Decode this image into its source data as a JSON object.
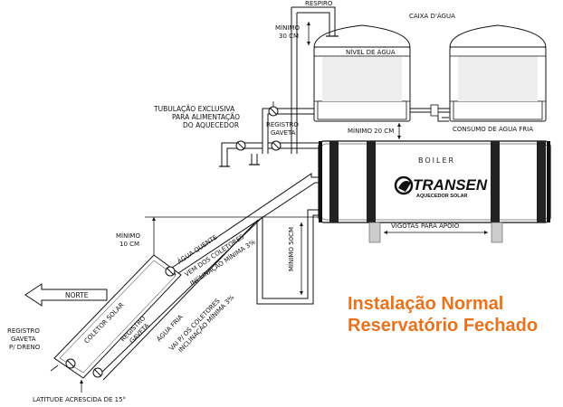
{
  "labels": {
    "respiro": "RESPIRO",
    "caixa_dagua": "CAIXA D'ÁGUA",
    "minimo_30cm_1": "MÍNIMO",
    "minimo_30cm_2": "30 CM",
    "nivel_de_agua": "NÍVEL DE ÁGUA",
    "tubulacao_1": "TUBULAÇÃO EXCLUSIVA",
    "tubulacao_2": "PARA ALIMENTAÇÃO",
    "tubulacao_3": "DO AQUECEDOR",
    "registro_gaveta_top_1": "REGISTRO",
    "registro_gaveta_top_2": "GAVETA",
    "minimo_20cm": "MÍNIMO 20 CM",
    "consumo_agua_fria": "CONSUMO DE ÁGUA FRIA",
    "boiler": "BOILER",
    "brand": "TRANSEN",
    "brand_sub": "AQUECEDOR SOLAR",
    "vigotas": "VIGOTAS PARA APOIO",
    "minimo_10cm_1": "MÍNIMO",
    "minimo_10cm_2": "10 CM",
    "agua_quente": "ÁGUA QUENTE",
    "vem_dos_coletores_1": "VEM DOS COLETORES",
    "vem_dos_coletores_2": "INCLINAÇÃO MÍNIMA 3%",
    "minimo_50cm": "MÍNIMO 50CM",
    "norte": "NORTE",
    "coletor_solar": "COLETOR SOLAR",
    "registro_gaveta_mid_1": "REGISTRO",
    "registro_gaveta_mid_2": "GAVETA",
    "agua_fria": "ÁGUA FRIA",
    "vai_p_os_coletores_1": "VAI P/ OS COLETORES",
    "vai_p_os_coletores_2": "INCLINAÇÃO MÍNIMA 3%",
    "registro_dreno_1": "REGISTRO",
    "registro_dreno_2": "GAVETA",
    "registro_dreno_3": "P/ DRENO",
    "latitude": "LATITUDE ACRESCIDA DE 15°"
  },
  "title": {
    "line1": "Instalação Normal",
    "line2": "Reservatório Fechado",
    "color": "#e8731e"
  },
  "icons": [
    "gate-valve-icon",
    "transen-logo-icon",
    "north-arrow-icon"
  ]
}
